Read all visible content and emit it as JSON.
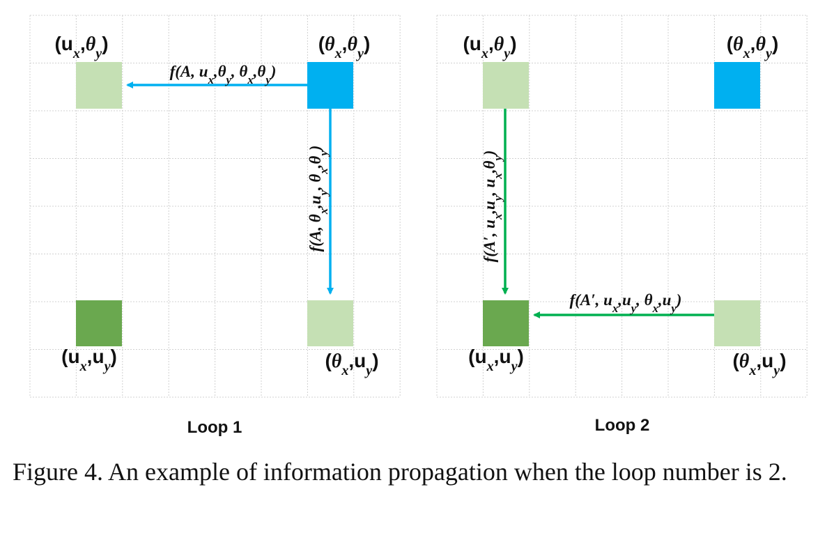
{
  "colors": {
    "blue": "#00b0f0",
    "light_green": "#c5e0b4",
    "dark_green": "#6aa84f",
    "arrow_green": "#00b050",
    "grid": "#d0d0d0"
  },
  "loop1": {
    "title": "Loop 1",
    "corner_labels": {
      "top_left": "(ux,θy)",
      "top_right": "(θx,θy)",
      "bottom_left": "(ux,uy)",
      "bottom_right": "(θx,uy)"
    },
    "arrow_horizontal": "f(A, ux,θy, θx,θy)",
    "arrow_vertical": "f(A, θx,uy, θx,θy)"
  },
  "loop2": {
    "title": "Loop 2",
    "corner_labels": {
      "top_left": "(ux,θy)",
      "top_right": "(θx,θy)",
      "bottom_left": "(ux,uy)",
      "bottom_right": "(θx,uy)"
    },
    "arrow_horizontal": "f(A′, ux,uy, θx,uy)",
    "arrow_vertical": "f(A′, ux,uy, ux,θy)"
  },
  "caption": "Figure 4. An example of information propagation when the loop number is 2."
}
